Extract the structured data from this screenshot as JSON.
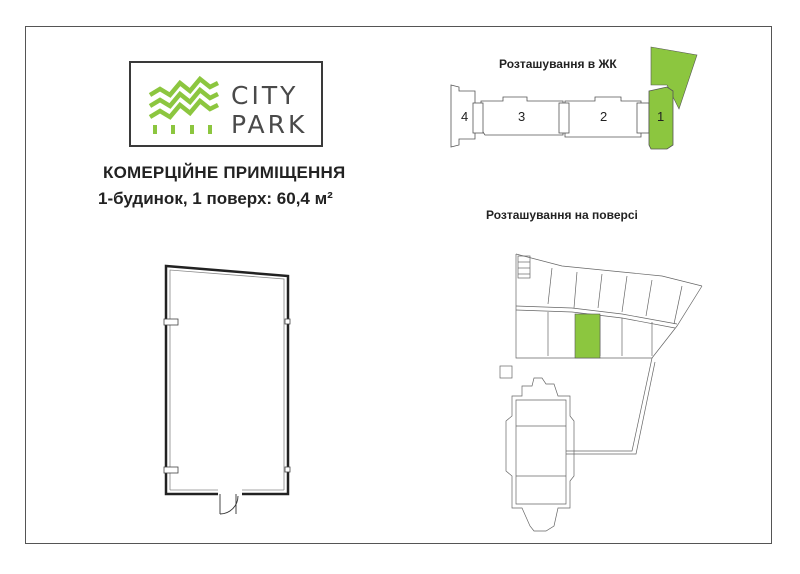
{
  "logo": {
    "word1": "CITY",
    "word2": "PARK",
    "accent_color": "#8cc63f",
    "icon": "zigzag-building-icon"
  },
  "titles": {
    "line1": "КОМЕРЦІЙНЕ ПРИМІЩЕННЯ",
    "line2": "1-будинок, 1 поверх: 60,4 м²"
  },
  "complex_location": {
    "label": "Розташування в ЖК",
    "buildings": [
      "4",
      "3",
      "2",
      "1"
    ],
    "highlighted": "1"
  },
  "floor_location": {
    "label": "Розташування на поверсі"
  },
  "colors": {
    "highlight": "#8cc63f",
    "outline": "#333333",
    "frame": "#555555"
  }
}
